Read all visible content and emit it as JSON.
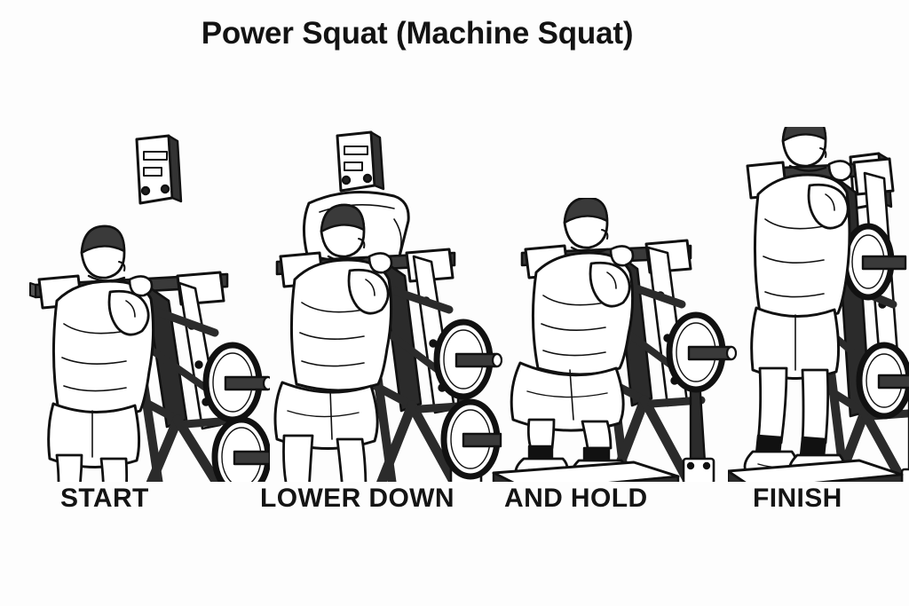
{
  "illustration": {
    "title": "Power Squat (Machine Squat)",
    "subject": "power-squat-machine-exercise-sequence",
    "style": "black-and-white line art",
    "background_color": "#fdfdfd",
    "ink_color": "#111111",
    "metal_color": "#2b2b2b",
    "panel_count": 4
  },
  "steps": [
    {
      "id": "start",
      "label": "START",
      "caption_index": 1,
      "pose": "standing tall with knees slightly bent, shoulders under pads",
      "knee_angle_deg": 160,
      "machine": {
        "name": "power squat machine",
        "shoulder_pads": 2,
        "weight_plates": 2,
        "foot_platform": true,
        "back_placard": true
      }
    },
    {
      "id": "lower-down",
      "label": "LOWER DOWN",
      "caption_index": 2,
      "pose": "descending into squat, hips pushed back, thighs near parallel",
      "knee_angle_deg": 105,
      "machine": {
        "name": "power squat machine",
        "shoulder_pads": 2,
        "weight_plates": 2,
        "foot_platform": true,
        "back_placard": true
      }
    },
    {
      "id": "and-hold",
      "label": "AND HOLD",
      "caption_index": 3,
      "pose": "deep bottom position, hips below knees, held isometrically",
      "knee_angle_deg": 55,
      "machine": {
        "name": "power squat machine",
        "shoulder_pads": 2,
        "weight_plates": 1,
        "foot_platform": true,
        "back_placard": false
      }
    },
    {
      "id": "finish",
      "label": "FINISH",
      "caption_index": 4,
      "pose": "fully extended standing lockout at top",
      "knee_angle_deg": 178,
      "machine": {
        "name": "power squat machine",
        "shoulder_pads": 2,
        "weight_plates": 2,
        "foot_platform": true,
        "back_placard": true
      }
    }
  ]
}
